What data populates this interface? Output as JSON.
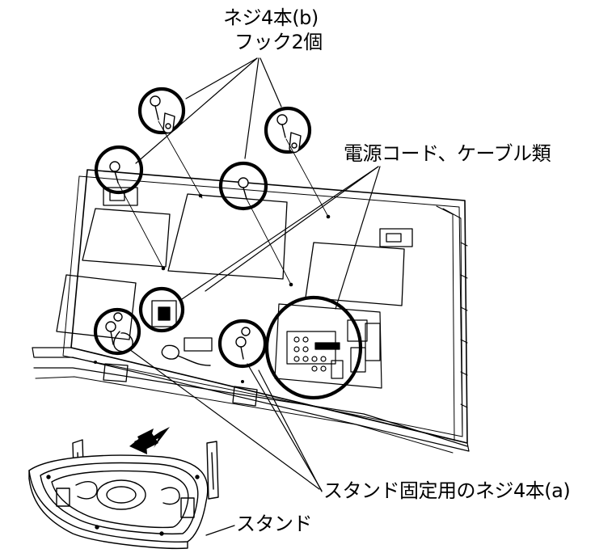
{
  "labels": {
    "screws_b": "ネジ4本(b)",
    "hooks": "フック2個",
    "cables": "電源コード、ケーブル類",
    "stand_screws": "スタンド固定用のネジ4本(a)",
    "stand": "スタンド"
  },
  "colors": {
    "line": "#000000",
    "background": "#ffffff"
  }
}
